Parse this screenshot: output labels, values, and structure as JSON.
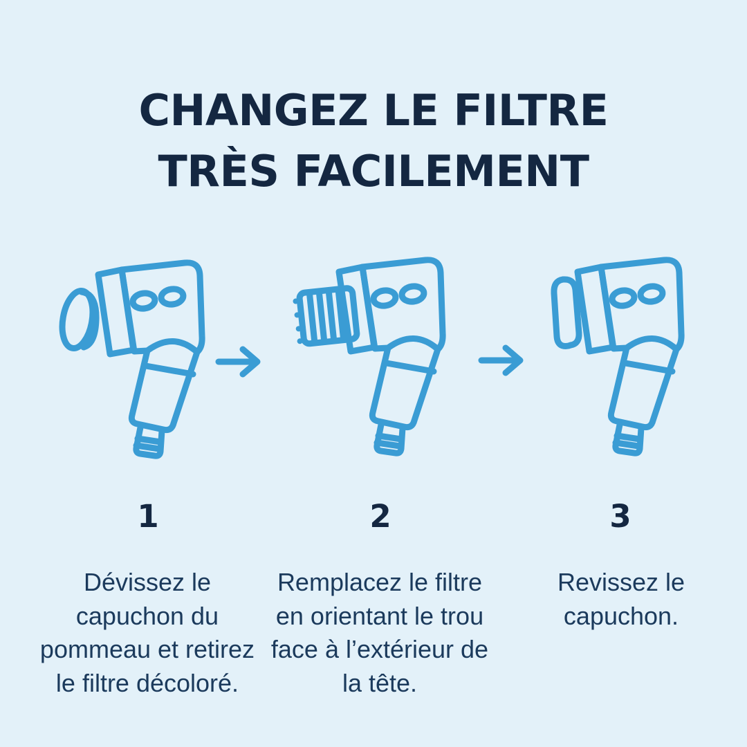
{
  "colors": {
    "background": "#e3f1f9",
    "navy": "#142741",
    "caption_navy": "#1b3a5c",
    "blue": "#3a9cd4"
  },
  "title": {
    "line1": "CHANGEZ LE FILTRE",
    "line2": "TRÈS FACILEMENT"
  },
  "steps": [
    {
      "number": "1",
      "caption": "Dévissez le capuchon du pommeau et retirez le filtre décoloré.",
      "caption_lines": [
        "Dévissez le",
        "capuchon du",
        "pommeau et retirez",
        "le filtre décoloré."
      ],
      "illustration": "shower-head-with-cap-unscrewed"
    },
    {
      "number": "2",
      "caption": "Remplacez le filtre en orientant le trou face à l’extérieur de la tête.",
      "caption_lines": [
        "Remplacez le filtre",
        "en orientant le trou",
        "face à l’extérieur de",
        "la tête."
      ],
      "illustration": "shower-head-with-new-filter"
    },
    {
      "number": "3",
      "caption": "Revissez le capuchon.",
      "caption_lines": [
        "Revissez le",
        "capuchon."
      ],
      "illustration": "shower-head-cap-rescrewed"
    }
  ],
  "icons": {
    "arrow": "right-arrow"
  }
}
